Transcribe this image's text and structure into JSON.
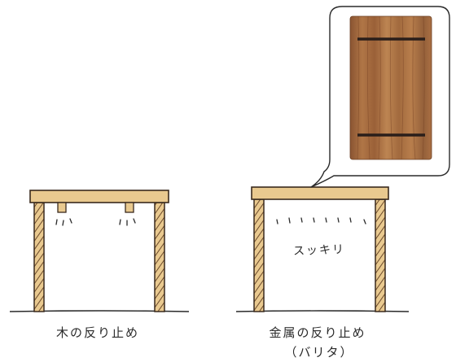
{
  "left_table": {
    "caption": "木の反り止め"
  },
  "right_table": {
    "caption": "金属の反り止め",
    "caption_sub": "（バリタ）",
    "inner_note": "スッキリ"
  },
  "colors": {
    "wood": "#e9c98f",
    "wood_edge": "#3a2a1e",
    "hatch": "#6b4a2b",
    "ink": "#2a2a2a",
    "photo_wood": "#a0663a",
    "metal_bar": "#2a1e1a"
  }
}
